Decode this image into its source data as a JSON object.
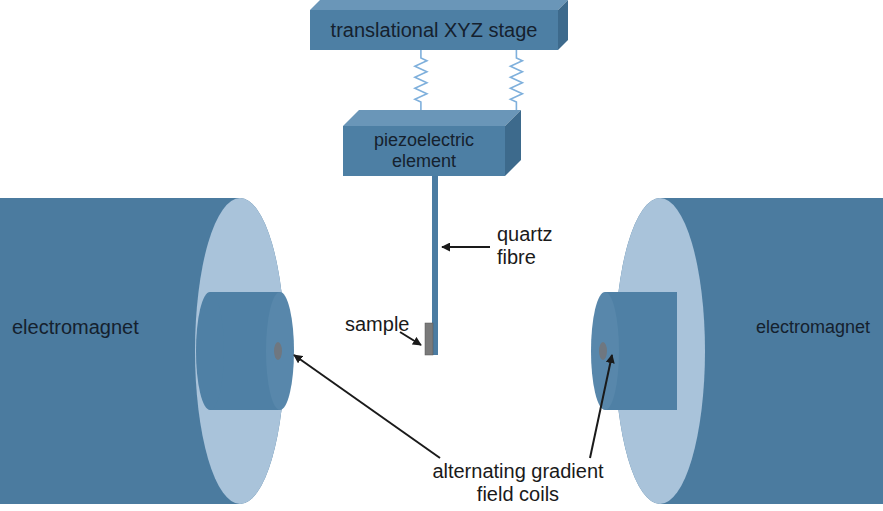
{
  "diagram": {
    "nodes": [
      {
        "text": [
          "translational XYZ stage"
        ]
      },
      {
        "text": [
          "piezoelectric element"
        ]
      },
      {
        "text": [
          "electromagnet"
        ]
      },
      {
        "text": [
          "electromagnet"
        ]
      }
    ],
    "edges": [
      {
        "from": 0,
        "to": 1,
        "arrow": "none"
      },
      {
        "from": 0,
        "to": 1,
        "arrow": "none"
      }
    ],
    "labels": [
      "quartz fibre",
      "sample",
      "alternating gradient field coils"
    ]
  }
}
